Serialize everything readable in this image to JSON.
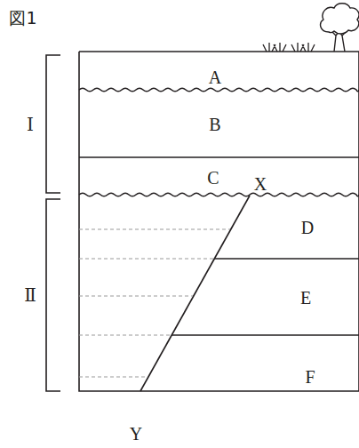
{
  "diagram": {
    "labels": [
      "図1",
      "Ⅰ",
      "Ⅱ",
      "A",
      "B",
      "C",
      "X",
      "D",
      "E",
      "F",
      "Y"
    ]
  }
}
